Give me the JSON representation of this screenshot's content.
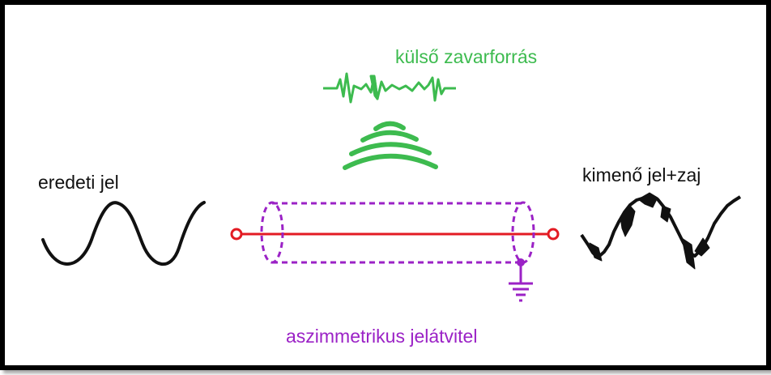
{
  "labels": {
    "noise_source": "külső zavarforrás",
    "input_signal": "eredeti jel",
    "output_signal": "kimenő jel+zaj",
    "transmission": "aszimmetrikus jelátvitel"
  },
  "colors": {
    "noise": "#3dbb4f",
    "cable": "#9b22c6",
    "conductor": "#e31b23",
    "signal": "#111111",
    "frame": "#000000"
  }
}
